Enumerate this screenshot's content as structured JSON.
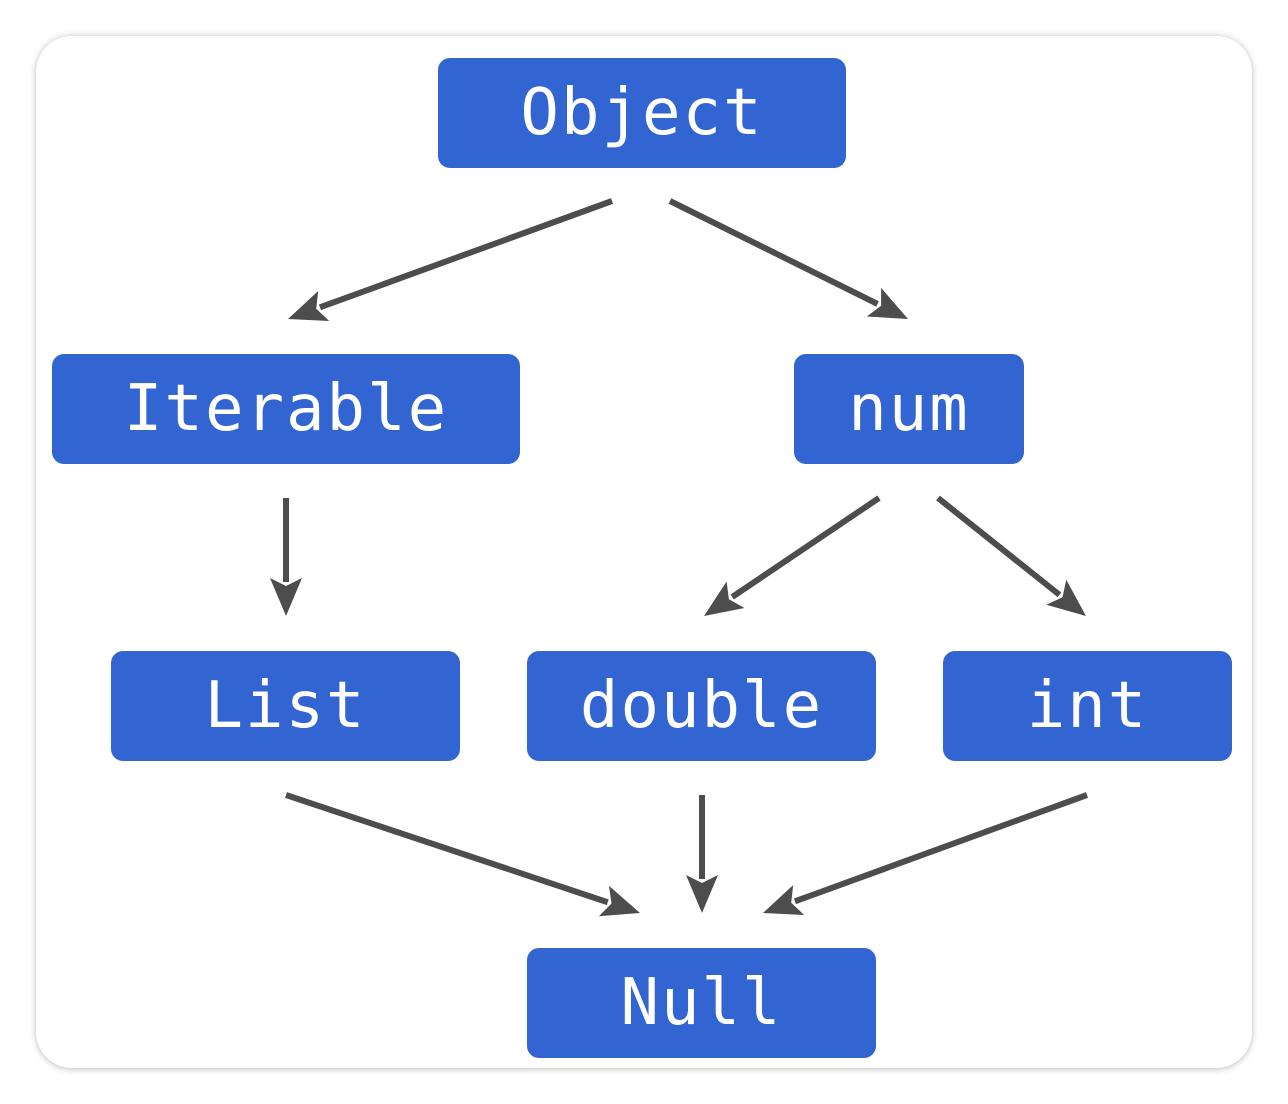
{
  "diagram": {
    "nodes": [
      {
        "id": "object",
        "label": "Object"
      },
      {
        "id": "iterable",
        "label": "Iterable"
      },
      {
        "id": "num",
        "label": "num"
      },
      {
        "id": "list",
        "label": "List"
      },
      {
        "id": "double",
        "label": "double"
      },
      {
        "id": "int",
        "label": "int"
      },
      {
        "id": "null",
        "label": "Null"
      }
    ],
    "edges": [
      {
        "from": "object",
        "to": "iterable"
      },
      {
        "from": "object",
        "to": "num"
      },
      {
        "from": "iterable",
        "to": "list"
      },
      {
        "from": "num",
        "to": "double"
      },
      {
        "from": "num",
        "to": "int"
      },
      {
        "from": "list",
        "to": "null"
      },
      {
        "from": "double",
        "to": "null"
      },
      {
        "from": "int",
        "to": "null"
      }
    ],
    "colors": {
      "node_fill": "#3264d2",
      "node_text": "#ffffff",
      "arrow": "#4d4d4d"
    }
  }
}
